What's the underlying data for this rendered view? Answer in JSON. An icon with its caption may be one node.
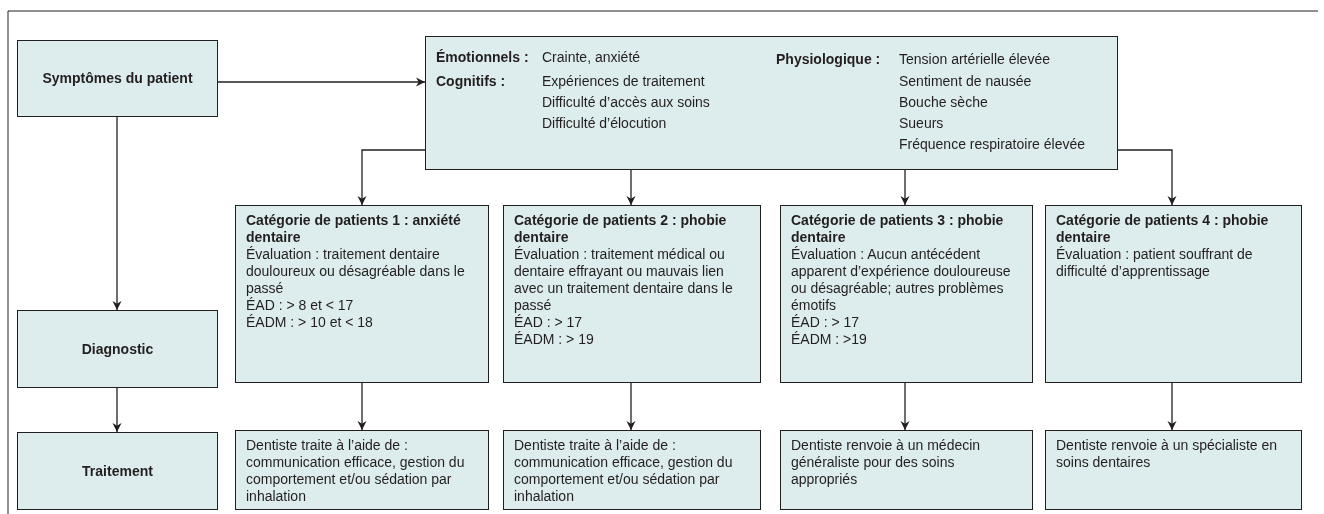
{
  "diagram": {
    "nodes": [
      {
        "text": [
          "Symptômes du patient"
        ]
      },
      {
        "text": [
          "Émotionnels :",
          "Crainte, anxiété",
          "Cognitifs :",
          "Expériences de traitement",
          "Difficulté d’accès aux soins",
          "Difficulté d’élocution",
          "Physiologique :",
          "Tension artérielle élevée",
          "Sentiment de nausée",
          "Bouche sèche",
          "Sueurs",
          "Fréquence respiratoire élevée"
        ]
      },
      {
        "text": [
          "Diagnostic"
        ]
      },
      {
        "text": [
          "Catégorie de patients 1 : anxiété dentaire",
          "Évaluation : traitement dentaire douloureux ou désagréable dans le passé",
          "ÉAD : > 8 et < 17",
          "ÉADM : > 10 et < 18"
        ]
      },
      {
        "text": [
          "Catégorie de patients 2 : phobie dentaire",
          "Évaluation : traitement médical ou dentaire effrayant ou mauvais lien avec un traitement dentaire dans le passé",
          "ÉAD : > 17",
          "ÉADM : > 19"
        ]
      },
      {
        "text": [
          "Catégorie de patients 3 : phobie dentaire",
          "Évaluation : Aucun antécédent apparent d’expérience douloureuse ou désagréable; autres problèmes émotifs",
          "ÉAD : > 17",
          "ÉADM : >19"
        ]
      },
      {
        "text": [
          "Catégorie de patients 4 : phobie dentaire",
          "Évaluation : patient souffrant de difficulté d’apprentissage"
        ]
      },
      {
        "text": [
          "Traitement"
        ]
      },
      {
        "text": [
          "Dentiste traite à l’aide de : communication efficace, gestion du comportement et/ou sédation par inhalation"
        ]
      },
      {
        "text": [
          "Dentiste traite à l’aide de : communication efficace, gestion du comportement et/ou sédation par inhalation"
        ]
      },
      {
        "text": [
          "Dentiste renvoie à un médecin généraliste pour des soins appropriés"
        ]
      },
      {
        "text": [
          "Dentiste renvoie à un spécialiste en soins dentaires"
        ]
      }
    ],
    "edges": [
      {
        "from": 0,
        "to": 1,
        "arrow": "to"
      },
      {
        "from": 0,
        "to": 2,
        "arrow": "to"
      },
      {
        "from": 2,
        "to": 7,
        "arrow": "to"
      },
      {
        "from": 1,
        "to": 3,
        "arrow": "to"
      },
      {
        "from": 1,
        "to": 4,
        "arrow": "to"
      },
      {
        "from": 1,
        "to": 5,
        "arrow": "to"
      },
      {
        "from": 1,
        "to": 6,
        "arrow": "to"
      },
      {
        "from": 3,
        "to": 8,
        "arrow": "to"
      },
      {
        "from": 4,
        "to": 9,
        "arrow": "to"
      },
      {
        "from": 5,
        "to": 10,
        "arrow": "to"
      },
      {
        "from": 6,
        "to": 11,
        "arrow": "to"
      }
    ]
  }
}
